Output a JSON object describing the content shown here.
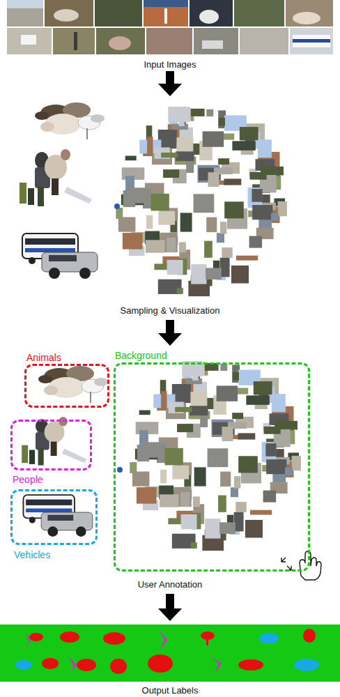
{
  "diagram": {
    "nodes": [
      {
        "text": [
          "Input Images"
        ]
      },
      {
        "text": [
          "Sampling & Visualization"
        ]
      },
      {
        "text": [
          "User Annotation"
        ]
      },
      {
        "text": [
          "Animals"
        ],
        "in": 2
      },
      {
        "text": [
          "Background"
        ],
        "in": 2
      },
      {
        "text": [
          "People"
        ],
        "in": 2
      },
      {
        "text": [
          "Vehicles"
        ],
        "in": 2
      },
      {
        "text": [
          "Output Labels"
        ]
      }
    ],
    "edges": [
      {
        "from": 0,
        "to": 1,
        "arrow": "to"
      },
      {
        "from": 1,
        "to": 2,
        "arrow": "to"
      },
      {
        "from": 2,
        "to": 7,
        "arrow": "to"
      }
    ]
  }
}
